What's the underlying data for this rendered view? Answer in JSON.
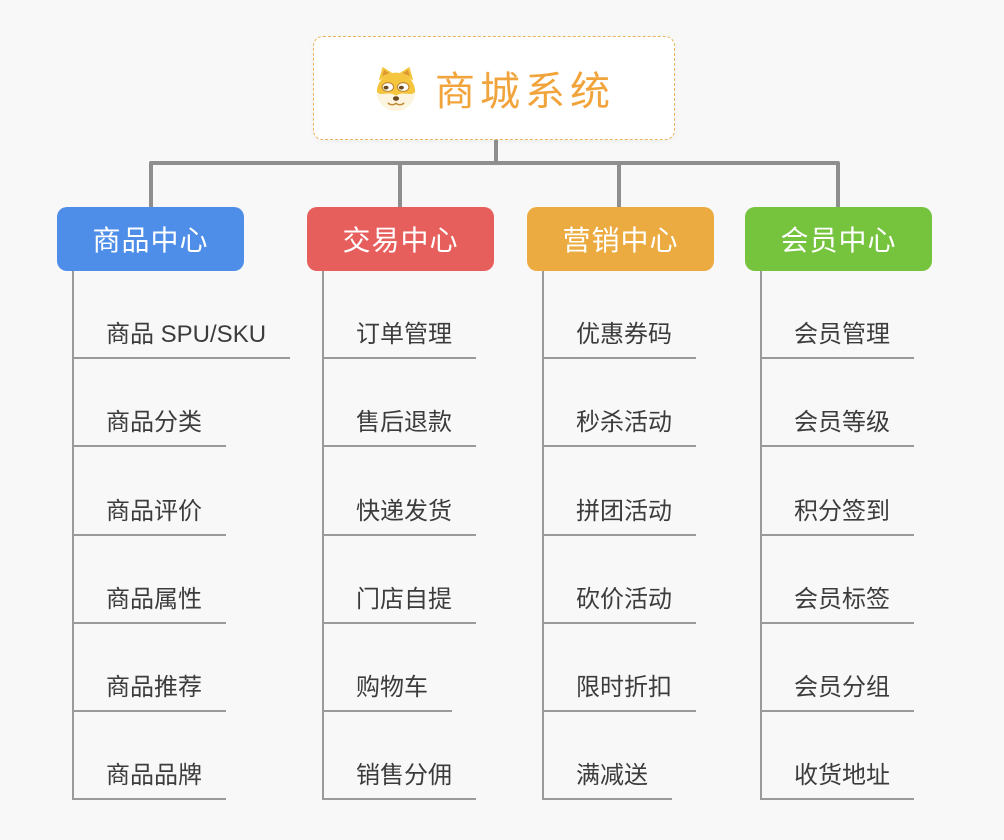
{
  "root": {
    "title": "商城系统",
    "icon": "dog-face-icon"
  },
  "branches": [
    {
      "label": "商品中心",
      "color": "#4E8EE9",
      "children": [
        "商品 SPU/SKU",
        "商品分类",
        "商品评价",
        "商品属性",
        "商品推荐",
        "商品品牌"
      ]
    },
    {
      "label": "交易中心",
      "color": "#E75F5C",
      "children": [
        "订单管理",
        "售后退款",
        "快递发货",
        "门店自提",
        "购物车",
        "销售分佣"
      ]
    },
    {
      "label": "营销中心",
      "color": "#EBAB40",
      "children": [
        "优惠券码",
        "秒杀活动",
        "拼团活动",
        "砍价活动",
        "限时折扣",
        "满减送"
      ]
    },
    {
      "label": "会员中心",
      "color": "#76C33E",
      "children": [
        "会员管理",
        "会员等级",
        "积分签到",
        "会员标签",
        "会员分组",
        "收货地址"
      ]
    }
  ],
  "colors": {
    "background": "#F8F8F8",
    "connector": "#8E8E8E",
    "leaf_line": "#9A9A9A",
    "leaf_text": "#3C3C3C",
    "root_text": "#F2A43C",
    "root_border": "#E9B55C"
  }
}
